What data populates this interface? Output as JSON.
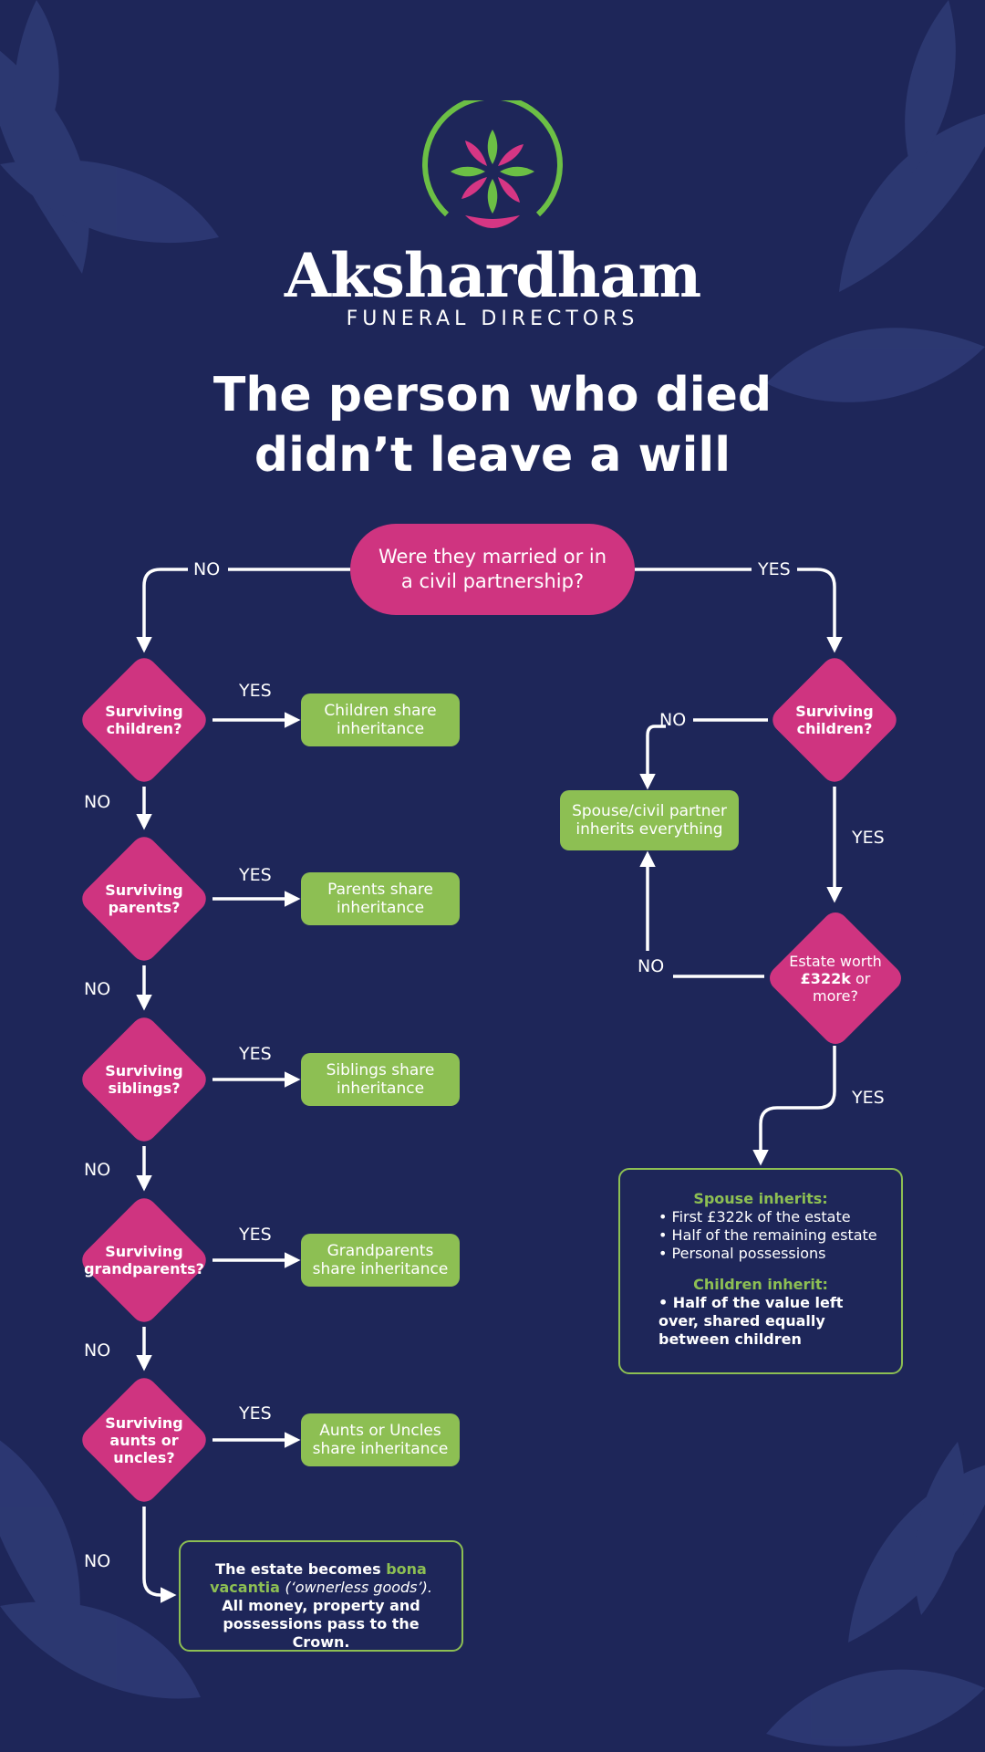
{
  "brand": {
    "name": "Akshardham",
    "subtitle": "FUNERAL DIRECTORS",
    "colors": {
      "background": "#1e2659",
      "magenta": "#cf3480",
      "green": "#8dbf53",
      "logo_ring": "#6cbf45"
    }
  },
  "title": {
    "line1": "The person who died",
    "line2": "didn’t leave a will"
  },
  "flow": {
    "start": "Were they married or in a civil partnership?",
    "label_no": "NO",
    "label_yes": "YES",
    "left_diamonds": [
      "Surviving children?",
      "Surviving parents?",
      "Surviving siblings?",
      "Surviving grandparents?",
      "Surviving aunts or uncles?"
    ],
    "left_outcomes": [
      "Children share inheritance",
      "Parents share inheritance",
      "Siblings share inheritance",
      "Grandparents share inheritance",
      "Aunts or Uncles share inheritance"
    ],
    "right_children": "Surviving children?",
    "spouse_all": "Spouse/civil partner inherits everything",
    "estate_q": {
      "pre": "Estate worth",
      "amount": "£322k",
      "post": "or more?"
    },
    "split_box": {
      "spouse_heading": "Spouse inherits:",
      "spouse_items": [
        "First £322k of the estate",
        "Half of the remaining estate",
        "Personal possessions"
      ],
      "children_heading": "Children inherit:",
      "children_text": "Half of the value left over, shared equally between children"
    },
    "crown_box": {
      "pre": "The estate becomes",
      "term": "bona vacantia",
      "gloss": "(‘ownerless goods’).",
      "post": "All money, property and possessions pass to the Crown."
    }
  }
}
